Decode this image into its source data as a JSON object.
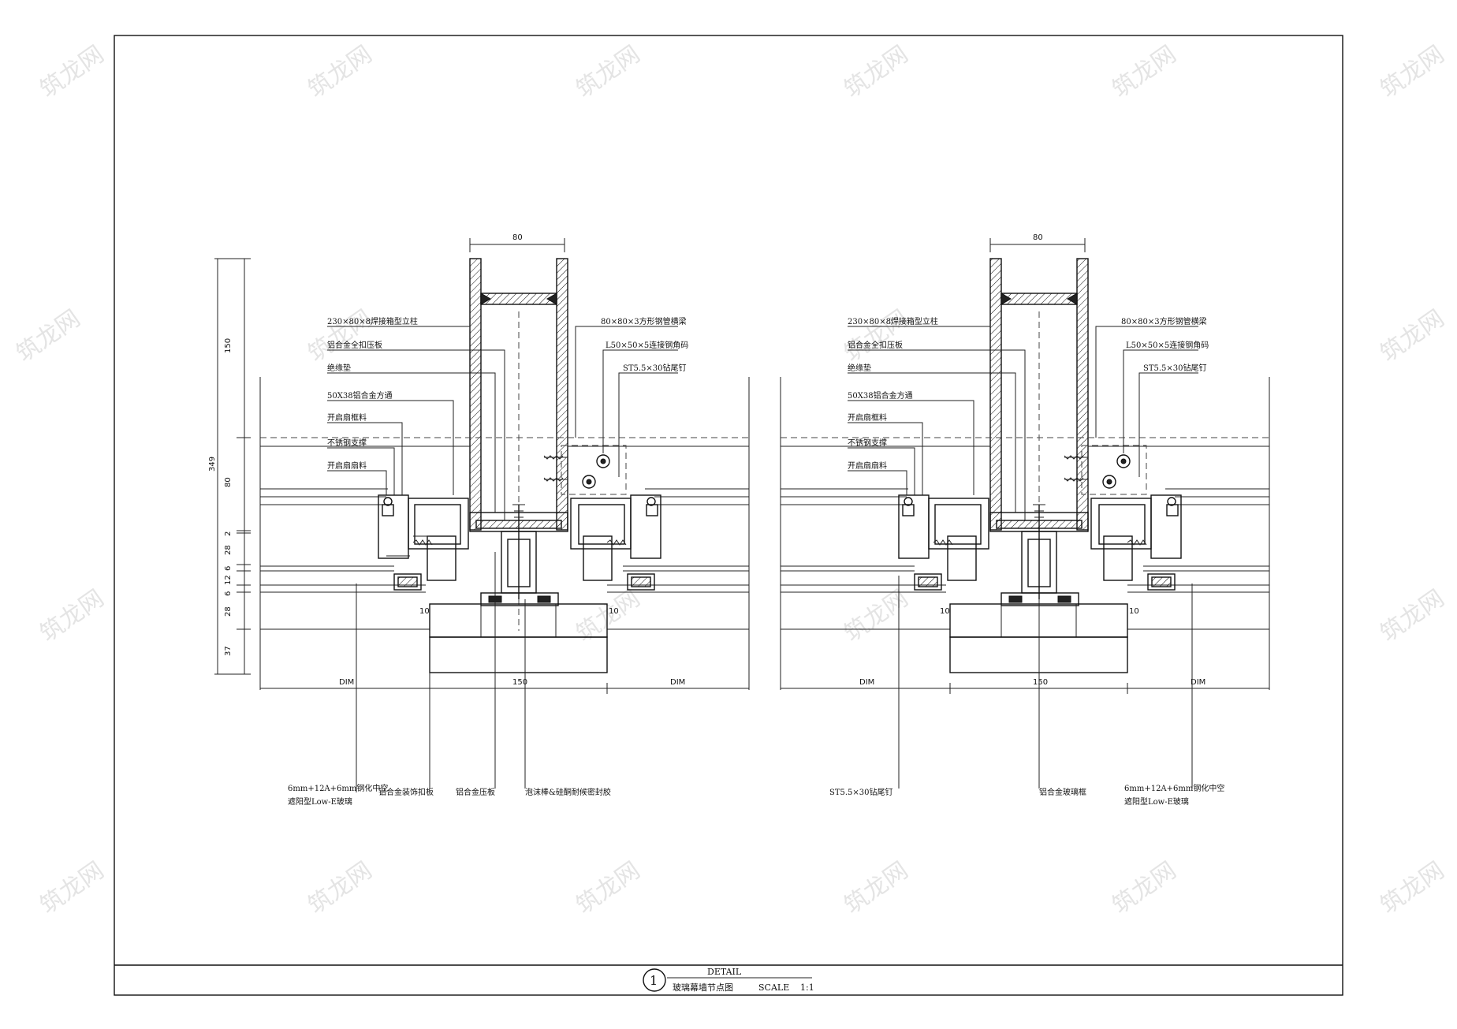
{
  "left_detail": {
    "dim_top": "80",
    "dim_bottom_center": "150",
    "dim_bottom_left": "DIM",
    "dim_bottom_right": "DIM",
    "vertical_dims": [
      "150",
      "349",
      "80",
      "2",
      "28",
      "6",
      "12",
      "6",
      "28",
      "37"
    ],
    "small_dims": [
      "10",
      "10"
    ],
    "left_callouts": [
      "230×80×8焊接箱型立柱",
      "铝合金全扣压板",
      "绝缘垫",
      "50X38铝合金方通",
      "开启扇框料",
      "不锈钢支撑",
      "开启扇扇料"
    ],
    "right_callouts": [
      "80×80×3方形钢管横梁",
      "L50×50×5连接钢角码",
      "ST5.5×30钻尾钉"
    ],
    "bottom_callouts": [
      "6mm+12A+6mm钢化中空",
      "遮阳型Low-E玻璃",
      "铝合金装饰扣板",
      "铝合金压板",
      "泡沫棒&硅酮耐候密封胶"
    ]
  },
  "right_detail": {
    "dim_top": "80",
    "dim_bottom_center": "150",
    "dim_bottom_left": "DIM",
    "dim_bottom_right": "DIM",
    "small_dims": [
      "10",
      "10"
    ],
    "left_callouts": [
      "230×80×8焊接箱型立柱",
      "铝合金全扣压板",
      "绝缘垫",
      "50X38铝合金方通",
      "开启扇框料",
      "不锈钢支撑",
      "开启扇扇料"
    ],
    "right_callouts": [
      "80×80×3方形钢管横梁",
      "L50×50×5连接钢角码",
      "ST5.5×30钻尾钉"
    ],
    "bottom_callouts": [
      "ST5.5×30钻尾钉",
      "铝合金玻璃框",
      "6mm+12A+6mm钢化中空",
      "遮阳型Low-E玻璃"
    ]
  },
  "title_block": {
    "number": "1",
    "detail": "DETAIL",
    "name": "玻璃幕墙节点图",
    "scale_label": "SCALE",
    "scale_value": "1:1"
  },
  "watermark_text": "筑龙网"
}
